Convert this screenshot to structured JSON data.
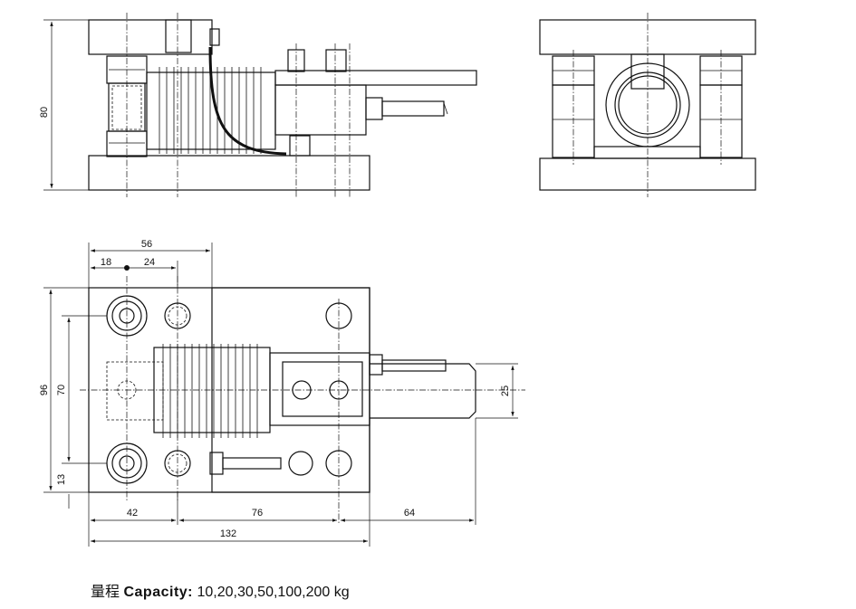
{
  "dimensions": {
    "front_height": "80",
    "top_width": "56",
    "offset_left": "18",
    "offset_right": "24",
    "plan_height": "96",
    "hole_spacing": "70",
    "edge_offset": "13",
    "tab_width": "25",
    "seg_a": "42",
    "seg_b": "76",
    "seg_c": "64",
    "overall_length": "132"
  },
  "capacity": {
    "cn_label": "量程",
    "en_label": "Capacity:",
    "values": "10,20,30,50,100,200 kg"
  }
}
